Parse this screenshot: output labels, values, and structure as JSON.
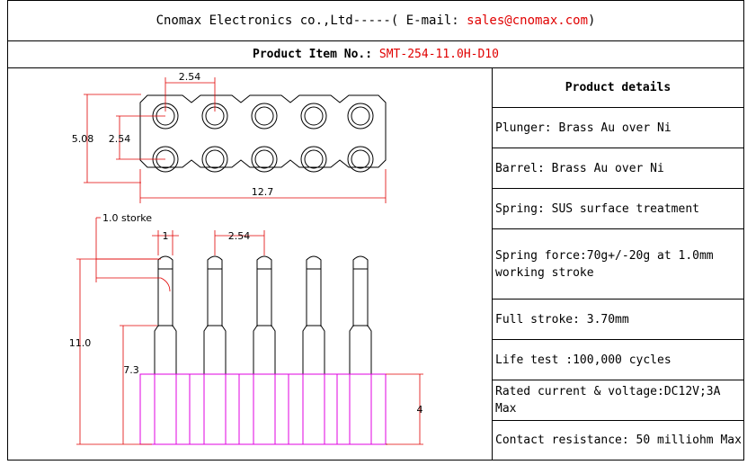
{
  "header": {
    "company": "Cnomax Electronics co.,Ltd-----( E-mail: ",
    "email": "sales@cnomax.com",
    "close": ")"
  },
  "product": {
    "label": "Product Item No.: ",
    "item_no": "SMT-254-11.0H-D10"
  },
  "details": {
    "title": "Product details",
    "rows": [
      "Plunger: Brass Au over Ni",
      "Barrel: Brass Au over Ni",
      "Spring: SUS surface treatment",
      "Spring force:70g+/-20g at 1.0mm working stroke",
      "Full stroke: 3.70mm",
      "Life test :100,000 cycles",
      "Rated current & voltage:DC12V;3A Max",
      "Contact resistance: 50 milliohm Max"
    ]
  },
  "drawing": {
    "top_view": {
      "pitch_x": "2.54",
      "pitch_y": "2.54",
      "height": "5.08",
      "width": "12.7"
    },
    "side_view": {
      "stroke": "1.0 storke",
      "tip": "1",
      "pitch": "2.54",
      "total_height": "11.0",
      "body_height": "7.3",
      "insulator_height": "4"
    },
    "colors": {
      "dimension": "#e00000",
      "insulator": "#e000e0",
      "outline": "#000000"
    }
  }
}
